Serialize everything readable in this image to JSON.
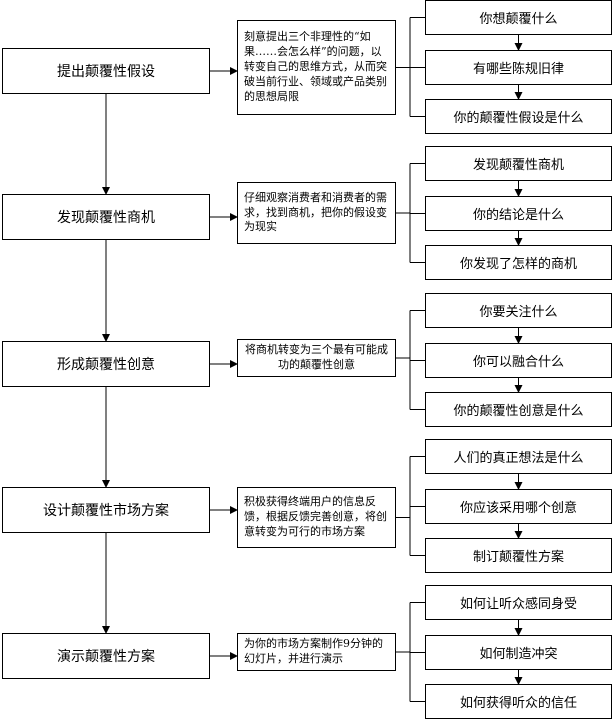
{
  "stages": [
    {
      "title": "提出颠覆性假设",
      "description": "刻意提出三个非理性的“如果……会怎么样”的问题，以转变自己的思维方式，从而突破当前行业、领域或产品类别的思想局限",
      "steps": [
        "你想颠覆什么",
        "有哪些陈规旧律",
        "你的颠覆性假设是什么"
      ]
    },
    {
      "title": "发现颠覆性商机",
      "description": "仔细观察消费者和消费者的需求，找到商机，把你的假设变为现实",
      "steps": [
        "发现颠覆性商机",
        "你的结论是什么",
        "你发现了怎样的商机"
      ]
    },
    {
      "title": "形成颠覆性创意",
      "description": "将商机转变为三个最有可能成功的颠覆性创意",
      "steps": [
        "你要关注什么",
        "你可以融合什么",
        "你的颠覆性创意是什么"
      ]
    },
    {
      "title": "设计颠覆性市场方案",
      "description": "积极获得终端用户的信息反馈，根据反馈完善创意，将创意转变为可行的市场方案",
      "steps": [
        "人们的真正想法是什么",
        "你应该采用哪个创意",
        "制订颠覆性方案"
      ]
    },
    {
      "title": "演示颠覆性方案",
      "description": "为你的市场方案制作9分钟的幻灯片，并进行演示",
      "steps": [
        "如何让听众感同身受",
        "如何制造冲突",
        "如何获得听众的信任"
      ]
    }
  ]
}
